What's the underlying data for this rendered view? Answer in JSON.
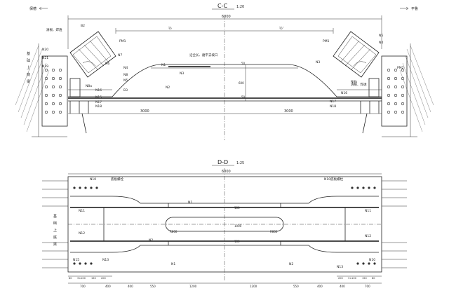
{
  "top": {
    "left_direction": "保德",
    "right_direction": "平鲁",
    "section_mark": "C-C",
    "scale": "1:20",
    "overall_dim": "6000",
    "half_dim_left": "½",
    "half_dim_right": "½'",
    "bottom_dim_left": "3000",
    "bottom_dim_right": "3000",
    "height_dims": [
      "50",
      "600",
      "50"
    ],
    "left_labels": [
      "N20",
      "N21",
      "N19",
      "N17",
      "N18",
      "N8a",
      "N6",
      "N16",
      "N15",
      "N3",
      "N8",
      "N2",
      "N7",
      "N4",
      "N5",
      "B3",
      "B2",
      "PM1"
    ],
    "right_labels": [
      "PM1",
      "N3",
      "N8b",
      "N5",
      "N4",
      "N16",
      "N17",
      "N18",
      "PM2",
      "N1"
    ],
    "weld_note_left": "清根、焊透",
    "weld_note_right": "清根、焊透",
    "center_note": "沿全长、磨平去坡口",
    "vertical_side_text": "基础上底梁"
  },
  "bottom": {
    "section_mark": "D-D",
    "scale": "1:25",
    "overall_dim": "6000",
    "labels_left": [
      "N10",
      "N11",
      "N12",
      "N15",
      "N13",
      "N2"
    ],
    "labels_right": [
      "N11",
      "N12",
      "N13",
      "N10"
    ],
    "center_labels": [
      "N1",
      "N1",
      "N2"
    ],
    "top_note_left": "底板螺栓",
    "top_note_right": "N10底板螺栓",
    "oval_left": "R800",
    "oval_right": "R800",
    "vertical_dims": [
      "100",
      "1000",
      "100"
    ],
    "bottom_dims": [
      "700",
      "400",
      "400",
      "550",
      "1200",
      "1200",
      "550",
      "400",
      "400",
      "700"
    ],
    "left_small_dims": [
      "80",
      "3×100",
      "150",
      "200"
    ],
    "right_small_dims": [
      "200",
      "3×100",
      "150",
      "80"
    ],
    "vertical_side_text": "基础上底梁"
  }
}
